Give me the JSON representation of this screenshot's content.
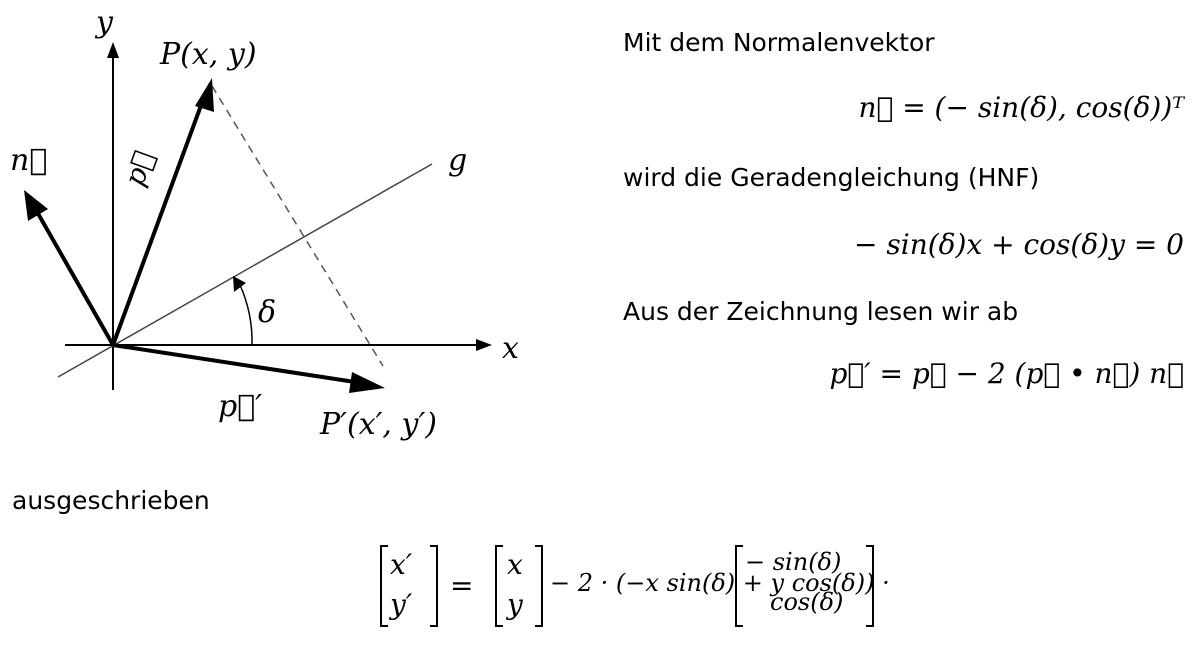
{
  "diagram": {
    "y_axis_label": "y",
    "x_axis_label": "x",
    "point_p_label": "P(x, y)",
    "point_p_prime_label": "P′(x′, y′)",
    "vector_n_label": "n⃗",
    "vector_p_label": "p⃗",
    "vector_p_prime_label": "p⃗′",
    "line_label": "g",
    "angle_label": "δ"
  },
  "text": {
    "intro": "Mit dem Normalenvektor",
    "normal_vector_formula": "n⃗ = (− sin(δ), cos(δ))ᵀ",
    "line_equation_intro": "wird die Geradengleichung (HNF)",
    "line_equation": "− sin(δ)x + cos(δ)y = 0",
    "drawing_intro": "Aus der Zeichnung lesen wir ab",
    "reflection_formula": "p⃗′ = p⃗ − 2 (p⃗ • n⃗) n⃗",
    "written_out": "ausgeschrieben",
    "matrix_lhs_top": "x′",
    "matrix_lhs_bottom": "y′",
    "equals": "=",
    "matrix_mid_top": "x",
    "matrix_mid_bottom": "y",
    "matrix_middle_term": "− 2 · (−x sin(δ) + y cos(δ)) ·",
    "matrix_rhs_top": "− sin(δ)",
    "matrix_rhs_bottom": "cos(δ)"
  }
}
